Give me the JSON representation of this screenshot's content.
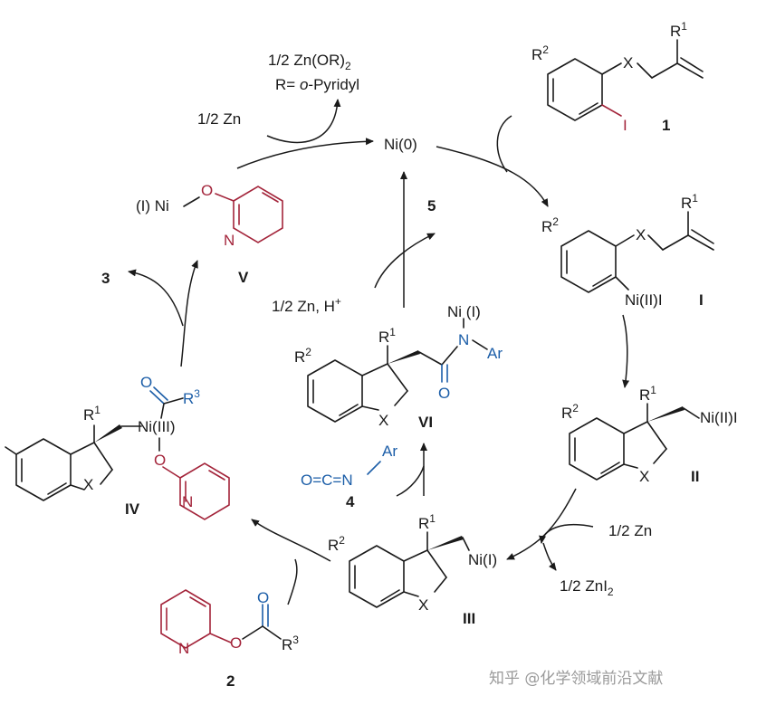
{
  "catalyst": {
    "label": "Ni(0)"
  },
  "top_byproduct": {
    "line1": "1/2 Zn(OR)",
    "line1_sub": "2",
    "line2_prefix": "R= ",
    "line2_italic": "o",
    "line2_suffix": "-Pyridyl"
  },
  "reductant_top": "1/2 Zn",
  "compound_1": {
    "number": "1",
    "r1": "R",
    "r1_sup": "1",
    "r2": "R",
    "r2_sup": "2",
    "x": "X",
    "halide": "I"
  },
  "intermediate_I": {
    "number": "I",
    "r1": "R",
    "r1_sup": "1",
    "r2": "R",
    "r2_sup": "2",
    "x": "X",
    "metal": "Ni(II)I"
  },
  "intermediate_II": {
    "number": "II",
    "r1": "R",
    "r1_sup": "1",
    "r2": "R",
    "r2_sup": "2",
    "x": "X",
    "metal": "Ni(II)I"
  },
  "reductant_mid": {
    "reagent": "1/2 Zn",
    "product": "1/2 ZnI",
    "product_sub": "2"
  },
  "intermediate_III": {
    "number": "III",
    "r1": "R",
    "r1_sup": "1",
    "r2": "R",
    "r2_sup": "2",
    "x": "X",
    "metal": "Ni(I)"
  },
  "compound_2": {
    "number": "2",
    "n": "N",
    "o1": "O",
    "o2": "O",
    "r3": "R",
    "r3_sup": "3"
  },
  "intermediate_IV": {
    "number": "IV",
    "r1": "R",
    "r1_sup": "1",
    "x": "X",
    "metal": "Ni(III)",
    "o_carbonyl": "O",
    "r3": "R",
    "r3_sup": "3",
    "o_link": "O",
    "n": "N"
  },
  "product_3": {
    "number": "3"
  },
  "intermediate_V": {
    "number": "V",
    "prefix": "(I) Ni",
    "o": "O",
    "n": "N"
  },
  "inner_reagent": {
    "text": "1/2 Zn, H",
    "sup": "+"
  },
  "product_5": {
    "number": "5"
  },
  "intermediate_VI": {
    "number": "VI",
    "r1": "R",
    "r1_sup": "1",
    "r2": "R",
    "r2_sup": "2",
    "x": "X",
    "metal": "Ni (I)",
    "n": "N",
    "ar": "Ar",
    "o": "O"
  },
  "compound_4": {
    "number": "4",
    "isocyanate": "O=C=N",
    "ar": "Ar"
  },
  "watermark": "知乎 @化学领域前沿文献",
  "colors": {
    "red": "#a3243a",
    "blue": "#1c5ea8",
    "black": "#1a1a1a"
  }
}
